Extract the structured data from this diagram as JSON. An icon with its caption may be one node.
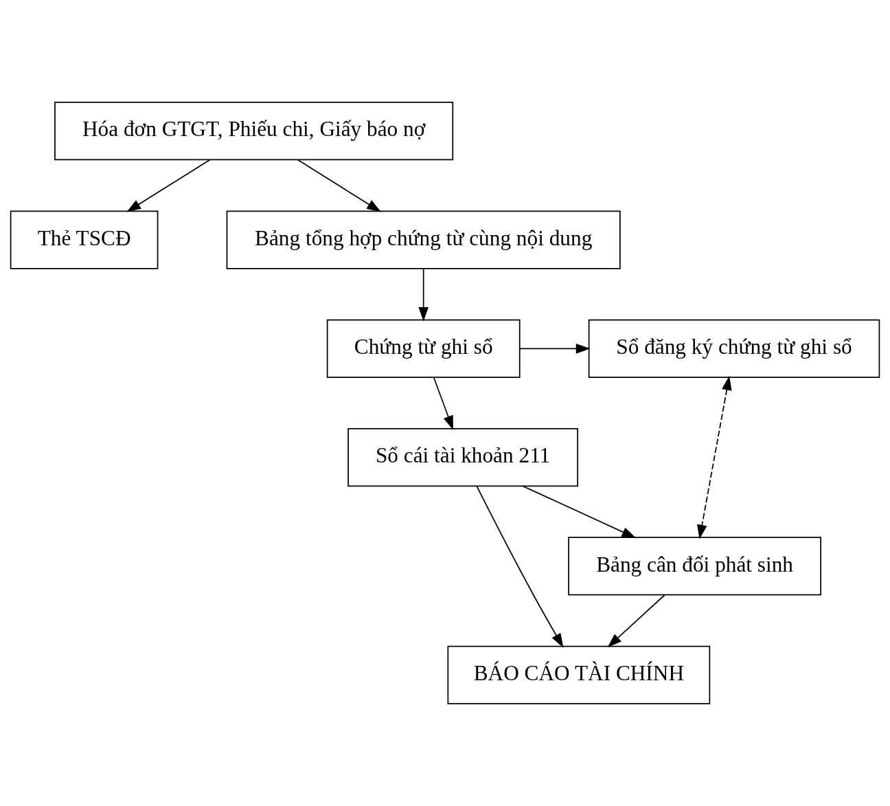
{
  "diagram": {
    "nodes": [
      {
        "text": [
          "Hóa đơn GTGT, Phiếu chi, Giấy báo nợ"
        ]
      },
      {
        "text": [
          "Thẻ TSCĐ"
        ]
      },
      {
        "text": [
          "Bảng tổng hợp chứng từ cùng nội dung"
        ]
      },
      {
        "text": [
          "Sổ đăng ký chứng từ ghi sổ"
        ]
      },
      {
        "text": [
          "Chứng từ ghi sổ"
        ]
      },
      {
        "text": [
          "Sổ cái tài khoản 211"
        ]
      },
      {
        "text": [
          "Bảng cân đối phát sinh"
        ]
      },
      {
        "text": [
          "BÁO CÁO TÀI CHÍNH"
        ]
      }
    ],
    "edges": [
      {
        "from": 0,
        "to": 2,
        "arrow": "to"
      },
      {
        "from": 0,
        "to": 1,
        "arrow": "to"
      },
      {
        "from": 2,
        "to": 4,
        "arrow": "to"
      },
      {
        "from": 4,
        "to": 3,
        "arrow": "to"
      },
      {
        "from": 4,
        "to": 5,
        "arrow": "to"
      },
      {
        "from": 5,
        "to": 6,
        "arrow": "to"
      },
      {
        "from": 5,
        "to": 7,
        "arrow": "to"
      },
      {
        "from": 6,
        "to": 7,
        "arrow": "to"
      },
      {
        "from": 3,
        "to": 6,
        "arrow": "both",
        "style": "dashed"
      }
    ]
  }
}
